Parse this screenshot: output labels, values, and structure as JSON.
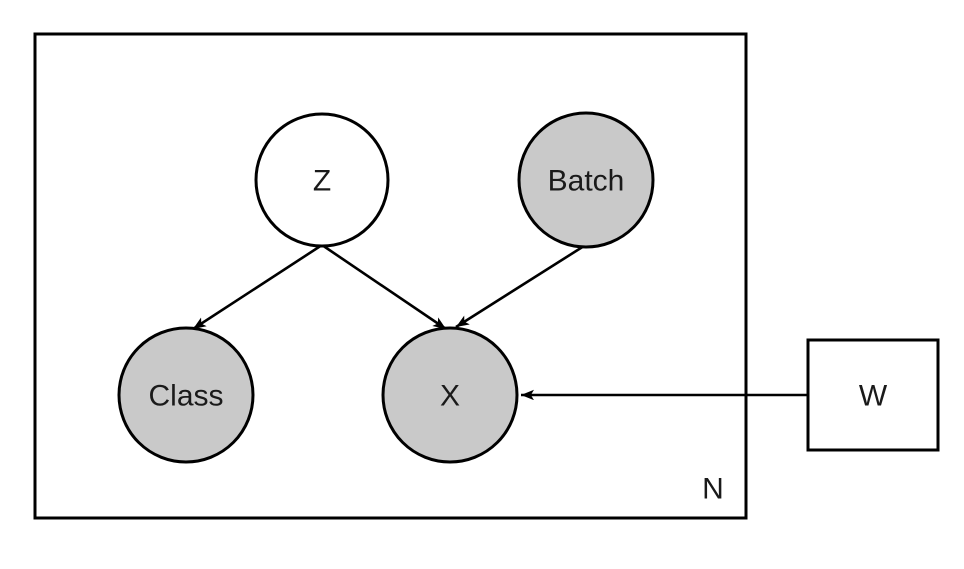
{
  "diagram": {
    "type": "graphical-model-plate-notation",
    "plate": {
      "label": "N"
    },
    "nodes": [
      {
        "id": "z",
        "label": "Z",
        "shape": "circle",
        "fill": "#ffffff",
        "observed": false,
        "inside_plate": true
      },
      {
        "id": "batch",
        "label": "Batch",
        "shape": "circle",
        "fill": "#c9c9c9",
        "observed": true,
        "inside_plate": true
      },
      {
        "id": "class",
        "label": "Class",
        "shape": "circle",
        "fill": "#c9c9c9",
        "observed": true,
        "inside_plate": true
      },
      {
        "id": "x",
        "label": "X",
        "shape": "circle",
        "fill": "#c9c9c9",
        "observed": true,
        "inside_plate": true
      },
      {
        "id": "w",
        "label": "W",
        "shape": "square",
        "fill": "#ffffff",
        "observed": false,
        "inside_plate": false
      }
    ],
    "edges": [
      {
        "from": "Z",
        "to": "Class"
      },
      {
        "from": "Z",
        "to": "X"
      },
      {
        "from": "Batch",
        "to": "X"
      },
      {
        "from": "W",
        "to": "X"
      }
    ],
    "colors": {
      "stroke": "#000000",
      "observed_fill": "#c9c9c9",
      "latent_fill": "#ffffff",
      "background": "#ffffff"
    }
  }
}
